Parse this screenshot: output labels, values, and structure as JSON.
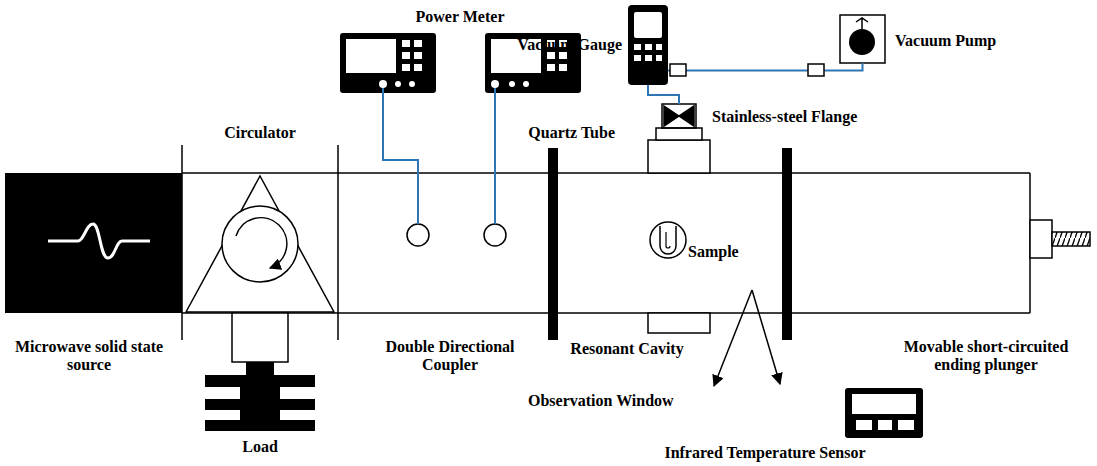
{
  "diagram": {
    "nodes": [
      {
        "text": [
          "Microwave solid state source"
        ]
      },
      {
        "text": [
          "Circulator"
        ]
      },
      {
        "text": [
          "Load"
        ]
      },
      {
        "text": [
          "Double Directional Coupler"
        ]
      },
      {
        "text": [
          "Resonant Cavity"
        ]
      },
      {
        "text": [
          "Movable short-circuited ending plunger"
        ]
      },
      {
        "text": [
          "Vacuum Gauge"
        ]
      },
      {
        "text": [
          "Vacuum Pump"
        ]
      },
      {
        "text": [
          "Infrared Temperature Sensor"
        ]
      }
    ],
    "edges": [
      {
        "from": 6,
        "to": 7,
        "arrow": "none"
      }
    ],
    "labels": [
      "Power Meter",
      "Quartz Tube",
      "Stainless-steel Flange",
      "Sample",
      "Observation Window"
    ]
  }
}
